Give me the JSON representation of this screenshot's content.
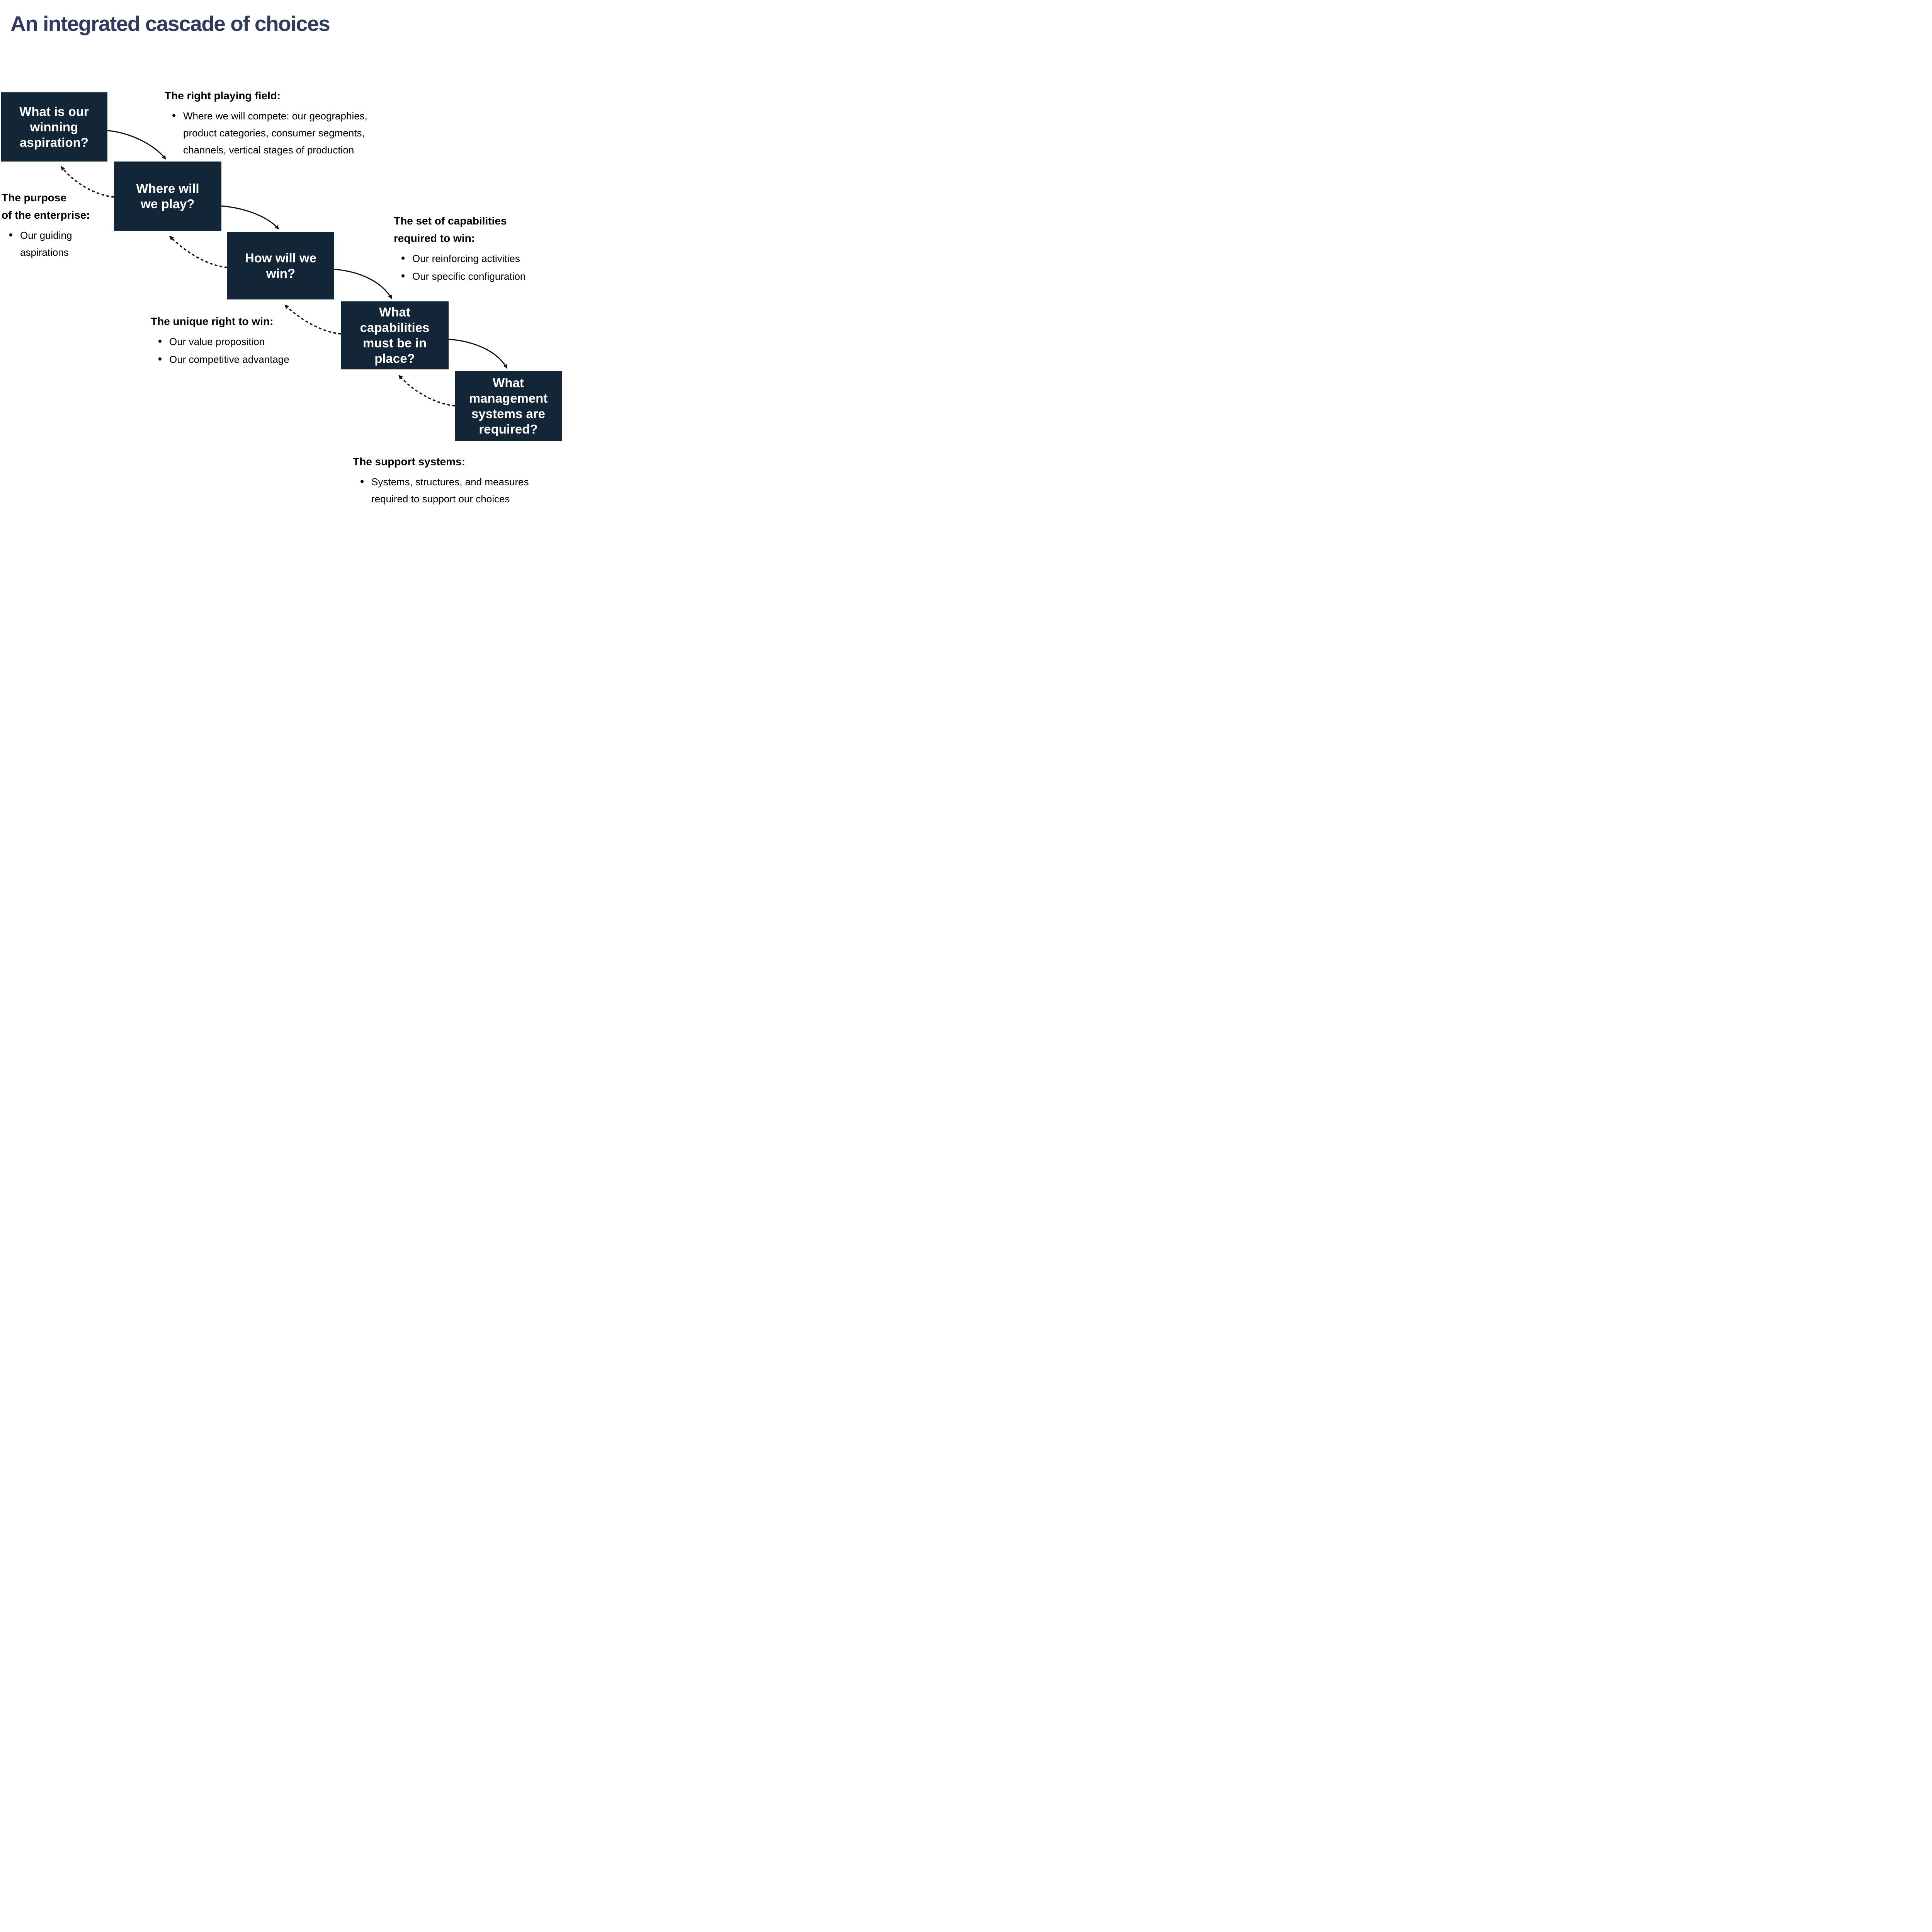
{
  "theme": {
    "background": "#ffffff",
    "box_fill": "#132638",
    "box_text": "#ffffff",
    "title_color": "#2e3b5c",
    "body_text": "#000000",
    "arrow_color": "#111111"
  },
  "title": "An integrated cascade of choices",
  "boxes": [
    {
      "id": "winning-aspiration",
      "lines": [
        "What is our",
        "winning",
        "aspiration?"
      ]
    },
    {
      "id": "where-to-play",
      "lines": [
        "Where will",
        "we play?"
      ]
    },
    {
      "id": "how-to-win",
      "lines": [
        "How will we",
        "win?"
      ]
    },
    {
      "id": "capabilities",
      "lines": [
        "What",
        "capabilities",
        "must be in",
        "place?"
      ]
    },
    {
      "id": "management-systems",
      "lines": [
        "What",
        "management",
        "systems are",
        "required?"
      ]
    }
  ],
  "annotations": [
    {
      "id": "right-playing-field",
      "heading_lines": [
        "The right playing field:"
      ],
      "bullets": [
        [
          "Where we will compete: our geographies,",
          "product categories, consumer segments,",
          "channels, vertical stages of production"
        ]
      ]
    },
    {
      "id": "purpose-of-enterprise",
      "heading_lines": [
        "The purpose",
        "of the enterprise:"
      ],
      "bullets": [
        [
          "Our guiding",
          "aspirations"
        ]
      ]
    },
    {
      "id": "set-of-capabilities",
      "heading_lines": [
        "The set of capabilities",
        "required to win:"
      ],
      "bullets": [
        [
          "Our reinforcing activities"
        ],
        [
          "Our specific configuration"
        ]
      ]
    },
    {
      "id": "unique-right-to-win",
      "heading_lines": [
        "The unique right to win:"
      ],
      "bullets": [
        [
          "Our value proposition"
        ],
        [
          "Our competitive advantage"
        ]
      ]
    },
    {
      "id": "support-systems",
      "heading_lines": [
        "The support systems:"
      ],
      "bullets": [
        [
          "Systems, structures, and measures",
          "required to support our choices"
        ]
      ]
    }
  ],
  "connections": [
    {
      "from": "winning-aspiration",
      "to": "where-to-play",
      "style": "solid"
    },
    {
      "from": "where-to-play",
      "to": "how-to-win",
      "style": "solid"
    },
    {
      "from": "how-to-win",
      "to": "capabilities",
      "style": "solid"
    },
    {
      "from": "capabilities",
      "to": "management-systems",
      "style": "solid"
    },
    {
      "from": "where-to-play",
      "to": "winning-aspiration",
      "style": "dashed"
    },
    {
      "from": "how-to-win",
      "to": "where-to-play",
      "style": "dashed"
    },
    {
      "from": "capabilities",
      "to": "how-to-win",
      "style": "dashed"
    },
    {
      "from": "management-systems",
      "to": "capabilities",
      "style": "dashed"
    }
  ]
}
